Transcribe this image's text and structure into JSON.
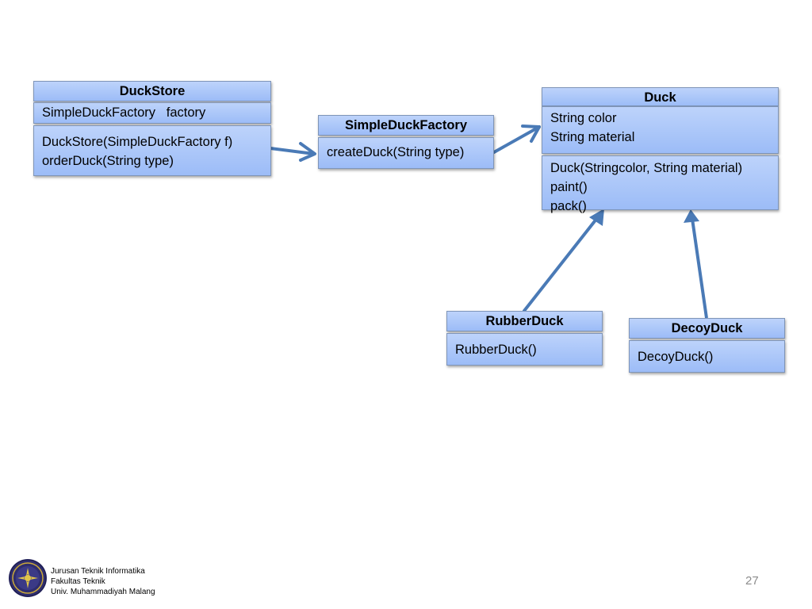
{
  "classes": {
    "duckstore": {
      "name": "DuckStore",
      "attributes": [
        "SimpleDuckFactory   factory"
      ],
      "methods": [
        "DuckStore(SimpleDuckFactory f)",
        "orderDuck(String type)"
      ]
    },
    "simpleduckfactory": {
      "name": "SimpleDuckFactory",
      "methods": [
        "createDuck(String type)"
      ]
    },
    "duck": {
      "name": "Duck",
      "attributes": [
        "String color",
        "String material"
      ],
      "methods": [
        "Duck(Stringcolor, String material)",
        "paint()",
        "pack()"
      ]
    },
    "rubberduck": {
      "name": "RubberDuck",
      "methods": [
        "RubberDuck()"
      ]
    },
    "decoyduck": {
      "name": "DecoyDuck",
      "methods": [
        "DecoyDuck()"
      ]
    }
  },
  "footer": {
    "lines": [
      "Jurusan Teknik Informatika",
      "Fakultas Teknik",
      "Univ. Muhammadiyah Malang"
    ]
  },
  "page_number": "27",
  "colors": {
    "box_fill_top": "#bdd3fb",
    "box_fill_bottom": "#9cbcf7",
    "arrow": "#4a7ab6",
    "page_number": "#8c8c8c"
  }
}
